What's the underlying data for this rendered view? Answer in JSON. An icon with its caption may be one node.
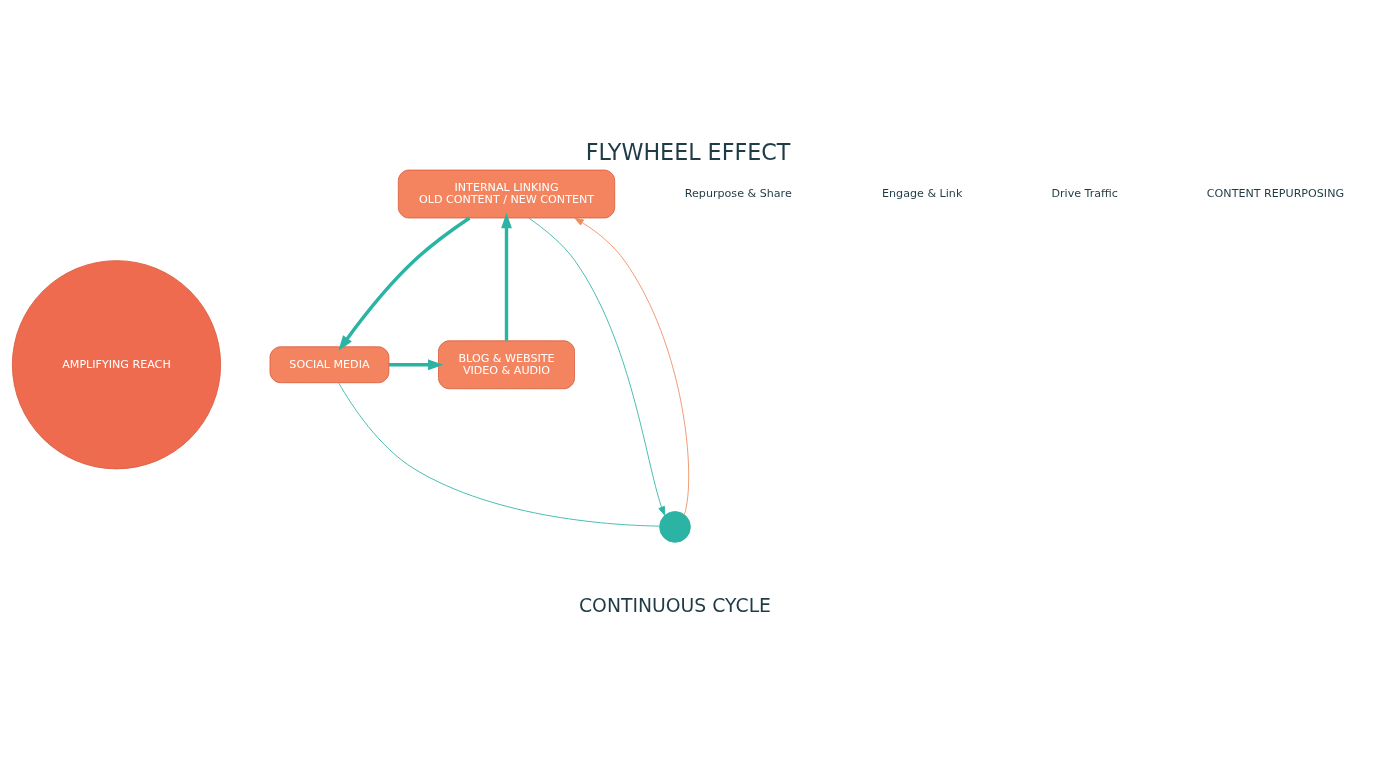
{
  "diagram": {
    "title": "FLYWHEEL EFFECT",
    "caption": "CONTINUOUS CYCLE",
    "nodes": [
      {
        "text": [
          "INTERNAL LINKING",
          "OLD CONTENT / NEW CONTENT"
        ]
      },
      {
        "text": [
          "AMPLIFYING REACH"
        ]
      },
      {
        "text": [
          "SOCIAL MEDIA"
        ]
      },
      {
        "text": [
          "BLOG & WEBSITE",
          "VIDEO & AUDIO"
        ]
      },
      {
        "text": [],
        "shape": "circle"
      }
    ],
    "edges": [
      {
        "from": 0,
        "to": 2,
        "arrow": "to",
        "style": "thick"
      },
      {
        "from": 2,
        "to": 3,
        "arrow": "to",
        "style": "thick"
      },
      {
        "from": 3,
        "to": 0,
        "arrow": "to",
        "style": "thick"
      },
      {
        "from": 2,
        "to": 4,
        "arrow": "none"
      },
      {
        "from": 0,
        "to": 4,
        "arrow": "to"
      },
      {
        "from": 4,
        "to": 0,
        "arrow": "to",
        "color": "#f08a5d"
      }
    ],
    "labels": [
      "Repurpose & Share",
      "Engage & Link",
      "Drive Traffic",
      "CONTENT REPURPOSING"
    ]
  }
}
